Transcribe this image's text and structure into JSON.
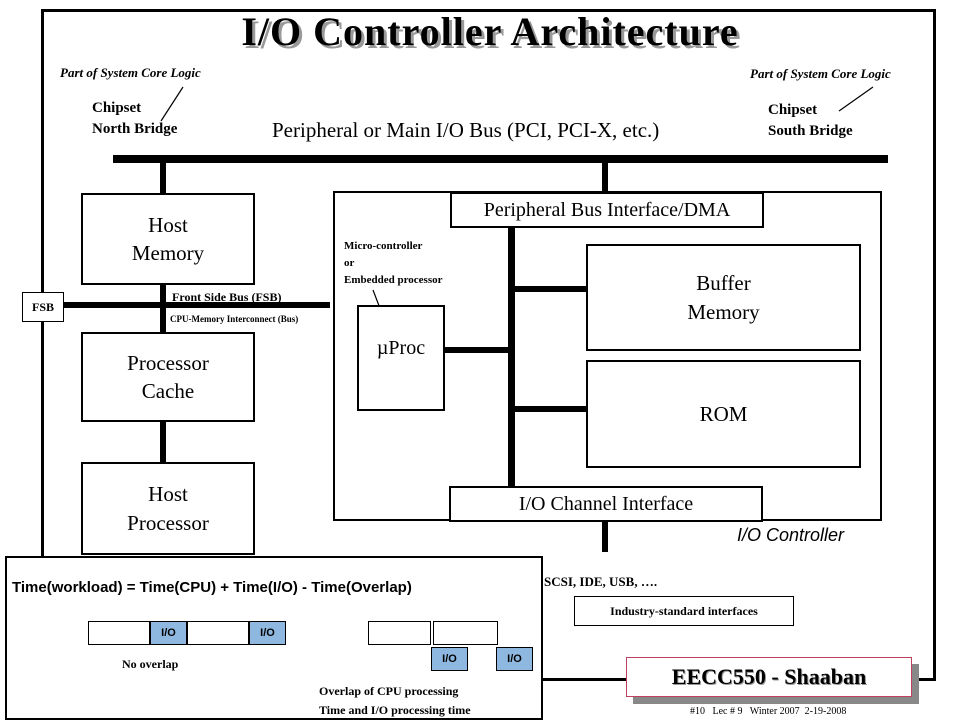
{
  "title": "I/O Controller Architecture",
  "north": {
    "note": "Part of System Core Logic",
    "line1": "Chipset",
    "line2": "North Bridge"
  },
  "south": {
    "note": "Part of System Core Logic",
    "line1": "Chipset",
    "line2": "South Bridge"
  },
  "main_bus_label": "Peripheral or Main I/O Bus (PCI, PCI-X, etc.)",
  "host_memory": {
    "line1": "Host",
    "line2": "Memory"
  },
  "fsb": {
    "tag": "FSB",
    "label": "Front Side Bus (FSB)",
    "sublabel": "CPU-Memory Interconnect (Bus)"
  },
  "processor_cache": {
    "line1": "Processor",
    "line2": "Cache"
  },
  "host_processor": {
    "line1": "Host",
    "line2": "Processor"
  },
  "controller": {
    "peripheral_interface": "Peripheral Bus Interface/DMA",
    "micro_note": {
      "line1": "Micro-controller",
      "line2": "or",
      "line3": "Embedded processor"
    },
    "uproc": "µProc",
    "buffer": {
      "line1": "Buffer",
      "line2": "Memory"
    },
    "rom": "ROM",
    "channel_interface": "I/O Channel Interface",
    "caption": "I/O Controller"
  },
  "interfaces": {
    "list": "SCSI, IDE, USB, ….",
    "box": "Industry-standard interfaces"
  },
  "workload": {
    "formula": "Time(workload) = Time(CPU) + Time(I/O) - Time(Overlap)",
    "io": "I/O",
    "no_overlap": "No overlap",
    "overlap_line1": "Overlap of CPU processing",
    "overlap_line2": "Time and I/O processing time"
  },
  "badge": "EECC550 - Shaaban",
  "footer": "#10   Lec # 9   Winter 2007  2-19-2008",
  "colors": {
    "io_block": "#8fb8e0",
    "badge_border": "#c04060"
  }
}
